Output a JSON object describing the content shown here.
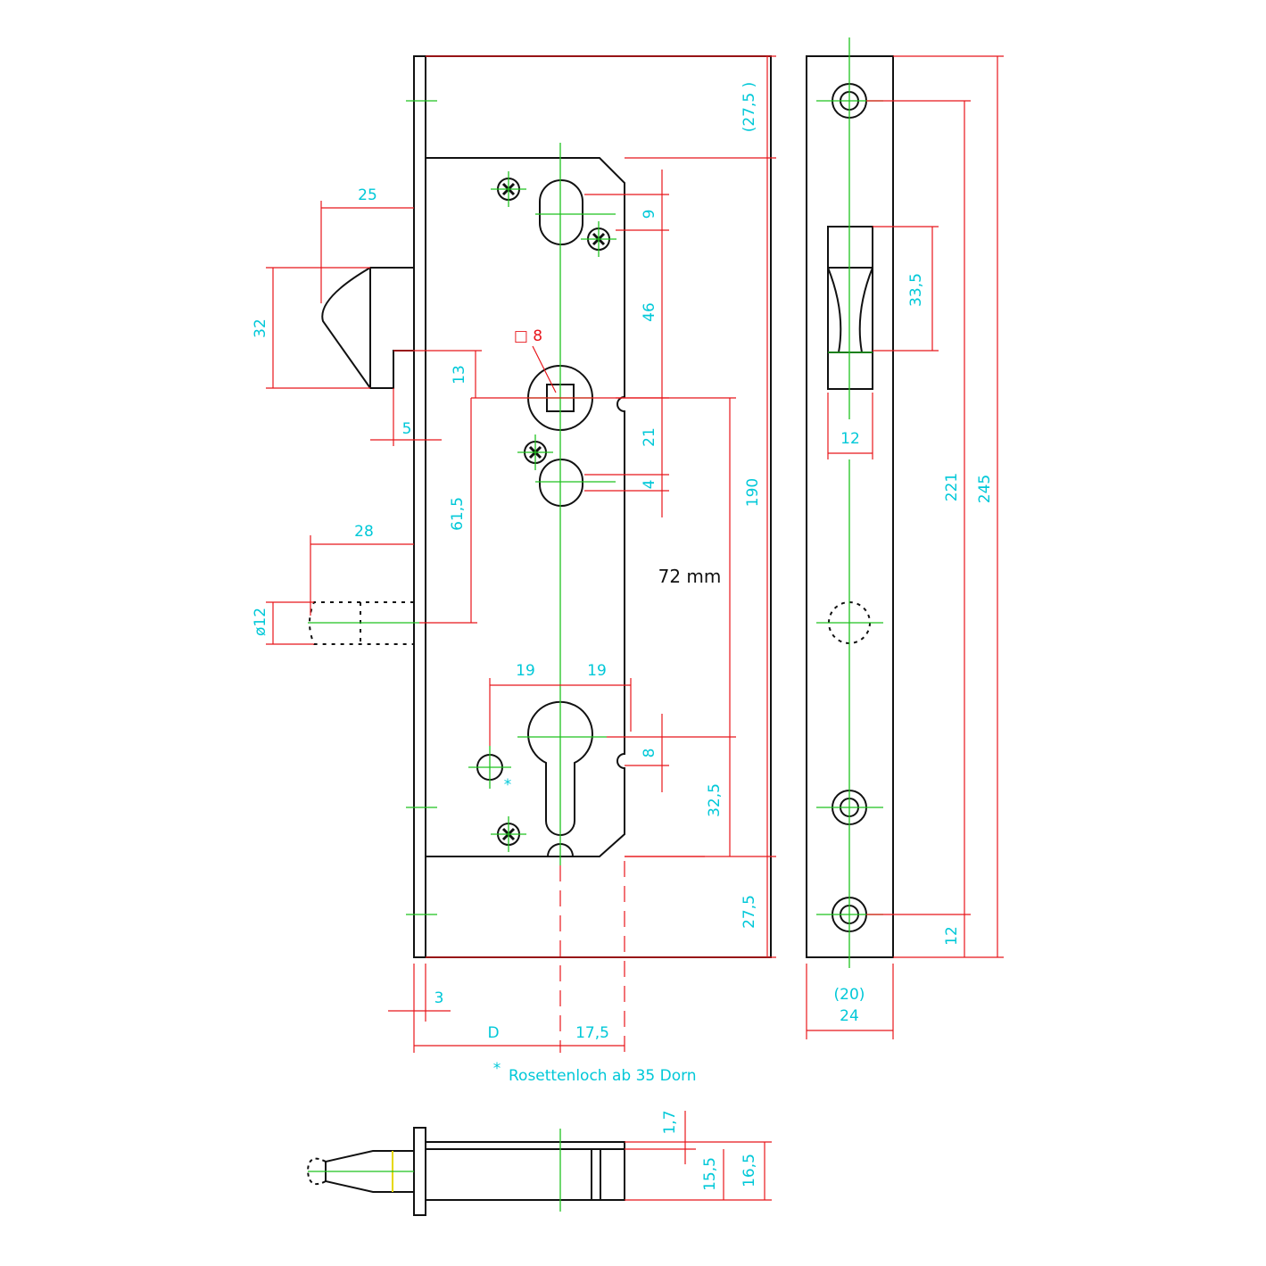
{
  "colors": {
    "outline": "#111111",
    "dimension_line": "#e8161b",
    "center_line": "#1fc21f",
    "dimension_text": "#00c8d8",
    "background": "#ffffff"
  },
  "front_view": {
    "dims": {
      "d_27_5_top": "(27,5 )",
      "d_25": "25",
      "d_9": "9",
      "d_32": "32",
      "d_46": "46",
      "d_sq8": "□ 8",
      "d_13": "13",
      "d_5": "5",
      "d_21": "21",
      "d_190": "190",
      "d_4": "4",
      "d_28": "28",
      "d_61_5": "61,5",
      "d_phi12": "ø12",
      "d_19_left": "19",
      "d_19_right": "19",
      "d_8": "8",
      "d_32_5": "32,5",
      "d_27_5_bottom": "27,5",
      "d_3": "3",
      "d_D": "D",
      "d_17_5": "17,5",
      "star": "*"
    },
    "spacing_label": "72 mm"
  },
  "side_view": {
    "dims": {
      "d_33_5": "33,5",
      "d_12_width": "12",
      "d_221": "221",
      "d_245": "245",
      "d_12_bottom": "12",
      "d_20": "(20)",
      "d_24": "24"
    }
  },
  "footnote": {
    "star": "*",
    "text": "Rosettenloch ab 35 Dorn"
  },
  "bottom_view": {
    "dims": {
      "d_1_7": "1,7",
      "d_15_5": "15,5",
      "d_16_5": "16,5"
    }
  }
}
